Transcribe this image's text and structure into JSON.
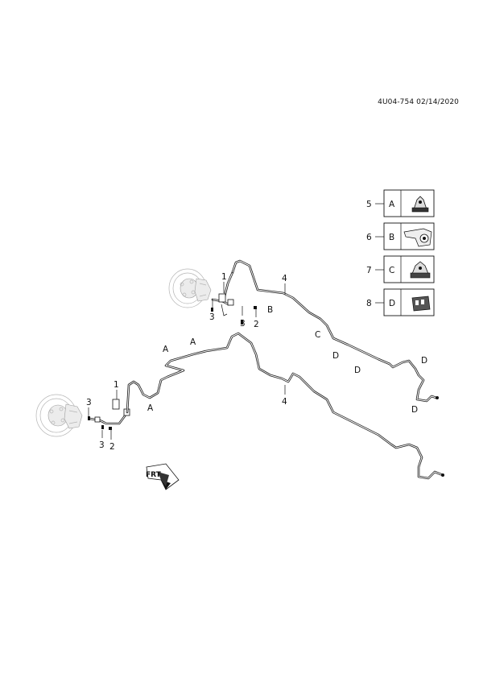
{
  "diagram_code": "4U04-754 02/14/2020",
  "callouts": {
    "c1_upper": "1",
    "c3_upper_a": "3",
    "c3_upper_b": "3",
    "c2_upper": "2",
    "c4_upper": "4",
    "cB": "B",
    "cC": "C",
    "cD_1": "D",
    "cD_2": "D",
    "cD_3": "D",
    "cD_4": "D",
    "cA_1": "A",
    "cA_2": "A",
    "cA_3": "A",
    "c1_lower": "1",
    "c3_lower_a": "3",
    "c3_lower_b": "3",
    "c2_lower": "2",
    "c4_lower": "4"
  },
  "legend": [
    {
      "number": "5",
      "letter": "A",
      "icon": "clip-a-icon"
    },
    {
      "number": "6",
      "letter": "B",
      "icon": "bracket-b-icon"
    },
    {
      "number": "7",
      "letter": "C",
      "icon": "clip-c-icon"
    },
    {
      "number": "8",
      "letter": "D",
      "icon": "clip-d-icon"
    }
  ],
  "front_marker": {
    "text": "FRT",
    "icon": "front-arrow-icon"
  }
}
